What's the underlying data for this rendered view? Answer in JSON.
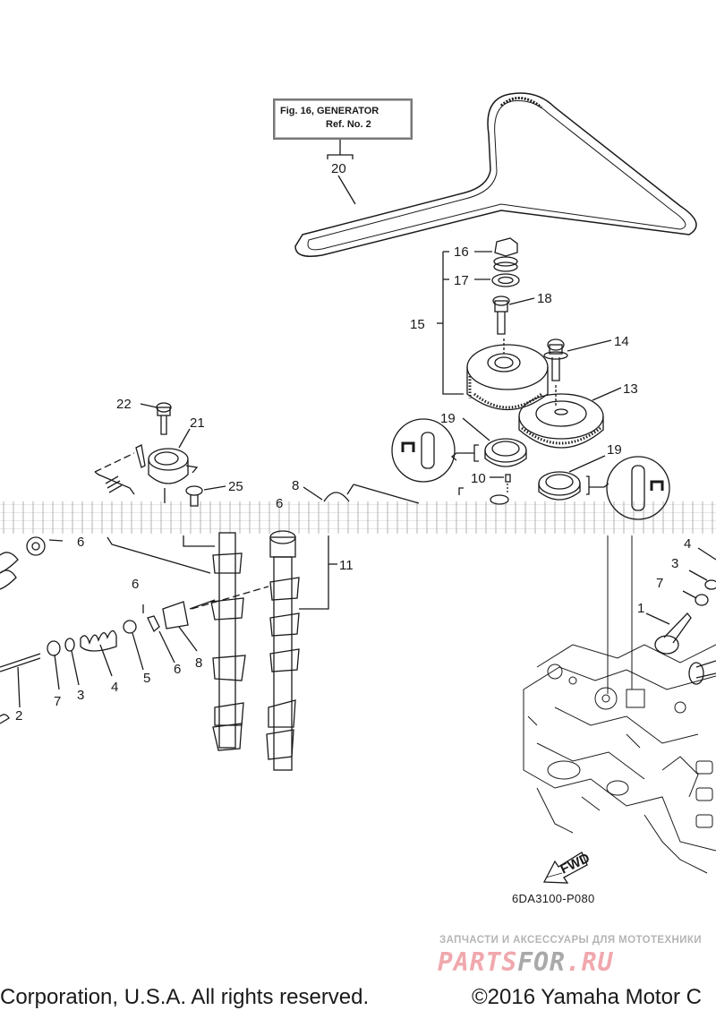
{
  "diagram": {
    "title_reference": {
      "line1": "Fig. 16, GENERATOR",
      "line2": "Ref. No. 2"
    },
    "callouts": [
      {
        "id": "c20",
        "label": "20",
        "part": "timing-belt"
      },
      {
        "id": "c16",
        "label": "16",
        "part": "cap-bolt"
      },
      {
        "id": "c17",
        "label": "17",
        "part": "washer"
      },
      {
        "id": "c18",
        "label": "18",
        "part": "bolt"
      },
      {
        "id": "c15",
        "label": "15",
        "part": "cam-sprocket-assembly"
      },
      {
        "id": "c14",
        "label": "14",
        "part": "bolt"
      },
      {
        "id": "c13",
        "label": "13",
        "part": "pulley"
      },
      {
        "id": "c19a",
        "label": "19",
        "part": "oil-seal"
      },
      {
        "id": "c19b",
        "label": "19",
        "part": "oil-seal"
      },
      {
        "id": "c10",
        "label": "10",
        "part": "dowel-pin"
      },
      {
        "id": "c22",
        "label": "22",
        "part": "bolt"
      },
      {
        "id": "c21",
        "label": "21",
        "part": "tensioner"
      },
      {
        "id": "c25",
        "label": "25",
        "part": "bolt"
      },
      {
        "id": "c8a",
        "label": "8",
        "part": "valve-lifter"
      },
      {
        "id": "c6a",
        "label": "6",
        "part": "valve-cotter"
      },
      {
        "id": "c6b",
        "label": "6",
        "part": "valve-cotter"
      },
      {
        "id": "c11",
        "label": "11",
        "part": "camshaft"
      },
      {
        "id": "c6c",
        "label": "6",
        "part": "valve-cotter"
      },
      {
        "id": "c6d",
        "label": "6",
        "part": "valve-cotter"
      },
      {
        "id": "c8b",
        "label": "8",
        "part": "valve-lifter"
      },
      {
        "id": "c5",
        "label": "5",
        "part": "valve-spring-retainer"
      },
      {
        "id": "c4a",
        "label": "4",
        "part": "valve-spring"
      },
      {
        "id": "c3a",
        "label": "3",
        "part": "spring-seat"
      },
      {
        "id": "c7a",
        "label": "7",
        "part": "valve-stem-seal"
      },
      {
        "id": "c2",
        "label": "2",
        "part": "exhaust-valve"
      },
      {
        "id": "c4b",
        "label": "4",
        "part": "valve-spring"
      },
      {
        "id": "c3b",
        "label": "3",
        "part": "spring-seat"
      },
      {
        "id": "c7b",
        "label": "7",
        "part": "valve-stem-seal"
      },
      {
        "id": "c1",
        "label": "1",
        "part": "intake-valve"
      }
    ],
    "fwd_label": "FWD",
    "drawing_code": "6DA3100-P080"
  },
  "watermark": {
    "subtitle": "ЗАПЧАСТИ И АКСЕССУАРЫ ДЛЯ МОТОТЕХНИКИ",
    "logo_part1": "PARTS",
    "logo_part2": "FOR",
    "logo_part3": ".RU",
    "colors": {
      "pink": "#f0a8ad",
      "gray": "#a9a9a9"
    }
  },
  "footer": {
    "copyright_left": "Corporation, U.S.A. All rights reserved.",
    "copyright_right": "©2016 Yamaha Motor C"
  }
}
